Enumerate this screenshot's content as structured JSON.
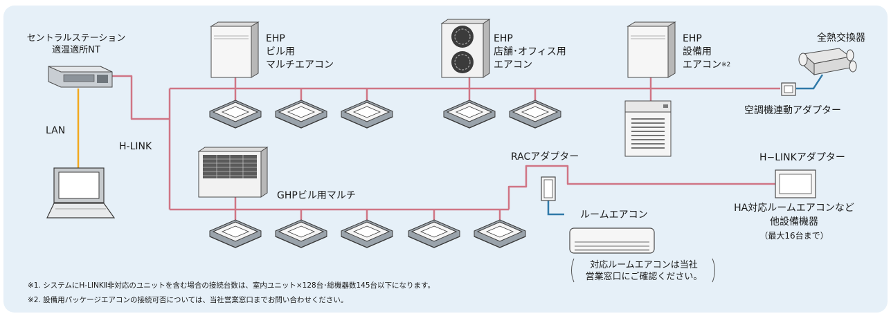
{
  "labels": {
    "central_station_line1": "セントラルステーション",
    "central_station_line2": "適温適所NT",
    "lan": "LAN",
    "hlink": "H-LINK",
    "ehp_building_line1": "EHP",
    "ehp_building_line2": "ビル用",
    "ehp_building_line3": "マルチエアコン",
    "ehp_store_line1": "EHP",
    "ehp_store_line2": "店舗･オフィス用",
    "ehp_store_line3": "エアコン",
    "ehp_equipment_line1": "EHP",
    "ehp_equipment_line2": "設備用",
    "ehp_equipment_line3": "エアコン",
    "ehp_equipment_note": "※2",
    "erv": "全熱交換器",
    "ac_adapter": "空調機連動アダプター",
    "ghp": "GHPビル用マルチ",
    "rac_adapter": "RACアダプター",
    "hlink_adapter": "H−LINKアダプター",
    "room_ac": "ルームエアコン",
    "ha_line1": "HA対応ルームエアコンなど",
    "ha_line2": "他設備機器",
    "ha_line3": "（最大16台まで）",
    "room_ac_note_line1": "対応ルームエアコンは当社",
    "room_ac_note_line2": "営業窓口にご確認ください。"
  },
  "notes": {
    "note1": "※1. システムにH-LINKⅡ非対応のユニットを含む場合の接続台数は、室内ユニット×128台･総機器数145台以下になります。",
    "note2": "※2. 設備用パッケージエアコンの接続可否については、当社営業窓口までお問い合わせください。"
  },
  "colors": {
    "hlink_line": "#d07585",
    "lan_line": "#f2a91e",
    "adapter_line": "#2f79a8",
    "background": "#e6f0f8"
  }
}
